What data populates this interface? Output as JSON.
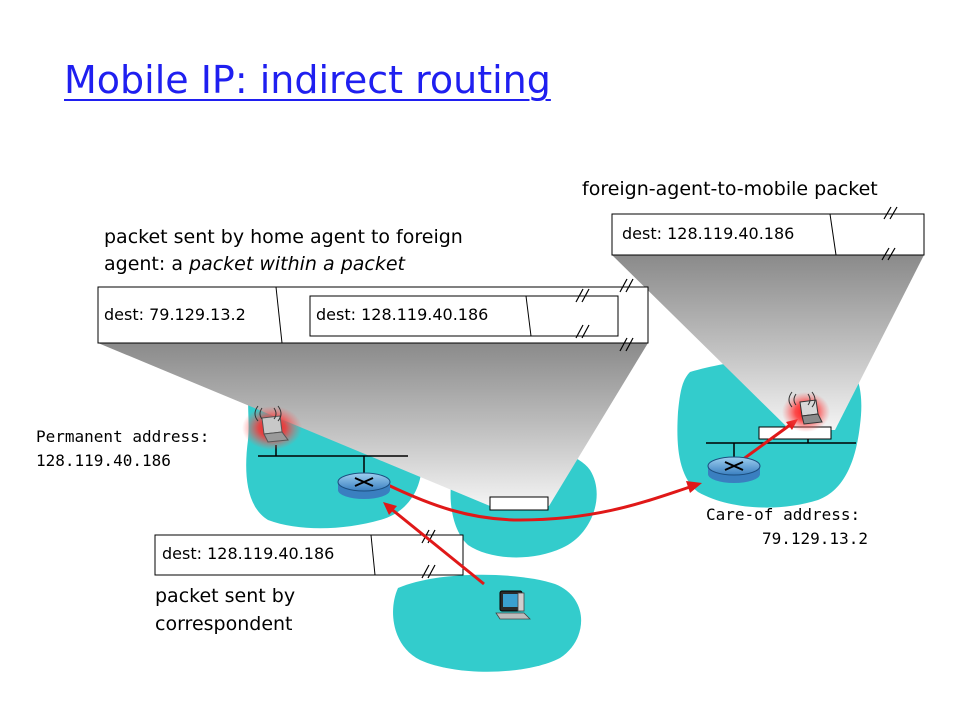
{
  "title": "Mobile IP: indirect routing",
  "labels": {
    "fa_to_mobile": "foreign-agent-to-mobile packet",
    "ha_to_fa_line1": "packet sent by home agent to foreign",
    "ha_to_fa_line2_prefix": "agent: a ",
    "ha_to_fa_line2_italic": "packet within a packet",
    "permanent_address_label": "Permanent address:",
    "permanent_address_value": "128.119.40.186",
    "care_of_label": "Care-of address:",
    "care_of_value": "79.129.13.2",
    "correspondent_line1": "packet sent by",
    "correspondent_line2": "correspondent"
  },
  "packets": {
    "fa_to_mobile_dest": "dest: 128.119.40.186",
    "outer_dest": "dest: 79.129.13.2",
    "inner_dest": "dest: 128.119.40.186",
    "correspondent_dest": "dest: 128.119.40.186"
  },
  "colors": {
    "title": "#1f1ff0",
    "network": "#33cccc",
    "route": "#e01818",
    "router": "#3a7fc0"
  }
}
